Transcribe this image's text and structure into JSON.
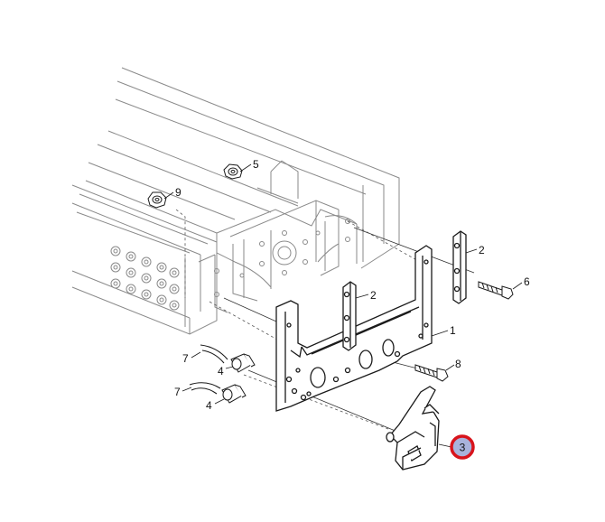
{
  "callouts": [
    {
      "id": "c5",
      "label": "5"
    },
    {
      "id": "c9",
      "label": "9"
    },
    {
      "id": "c2a",
      "label": "2"
    },
    {
      "id": "c2b",
      "label": "2"
    },
    {
      "id": "c6",
      "label": "6"
    },
    {
      "id": "c1",
      "label": "1"
    },
    {
      "id": "c8",
      "label": "8"
    },
    {
      "id": "c7a",
      "label": "7"
    },
    {
      "id": "c4a",
      "label": "4"
    },
    {
      "id": "c7b",
      "label": "7"
    },
    {
      "id": "c4b",
      "label": "4"
    },
    {
      "id": "c3",
      "label": "3"
    }
  ],
  "highlight": {
    "label": "3",
    "fill_color": "#a9b3dc",
    "ring_color": "#d8141c"
  },
  "colors": {
    "line": "#1a1a1a",
    "frame_line": "#8a8a8a",
    "hatch": "#9a9a9a",
    "plate_fill": "#ffffff",
    "background": "#ffffff"
  }
}
